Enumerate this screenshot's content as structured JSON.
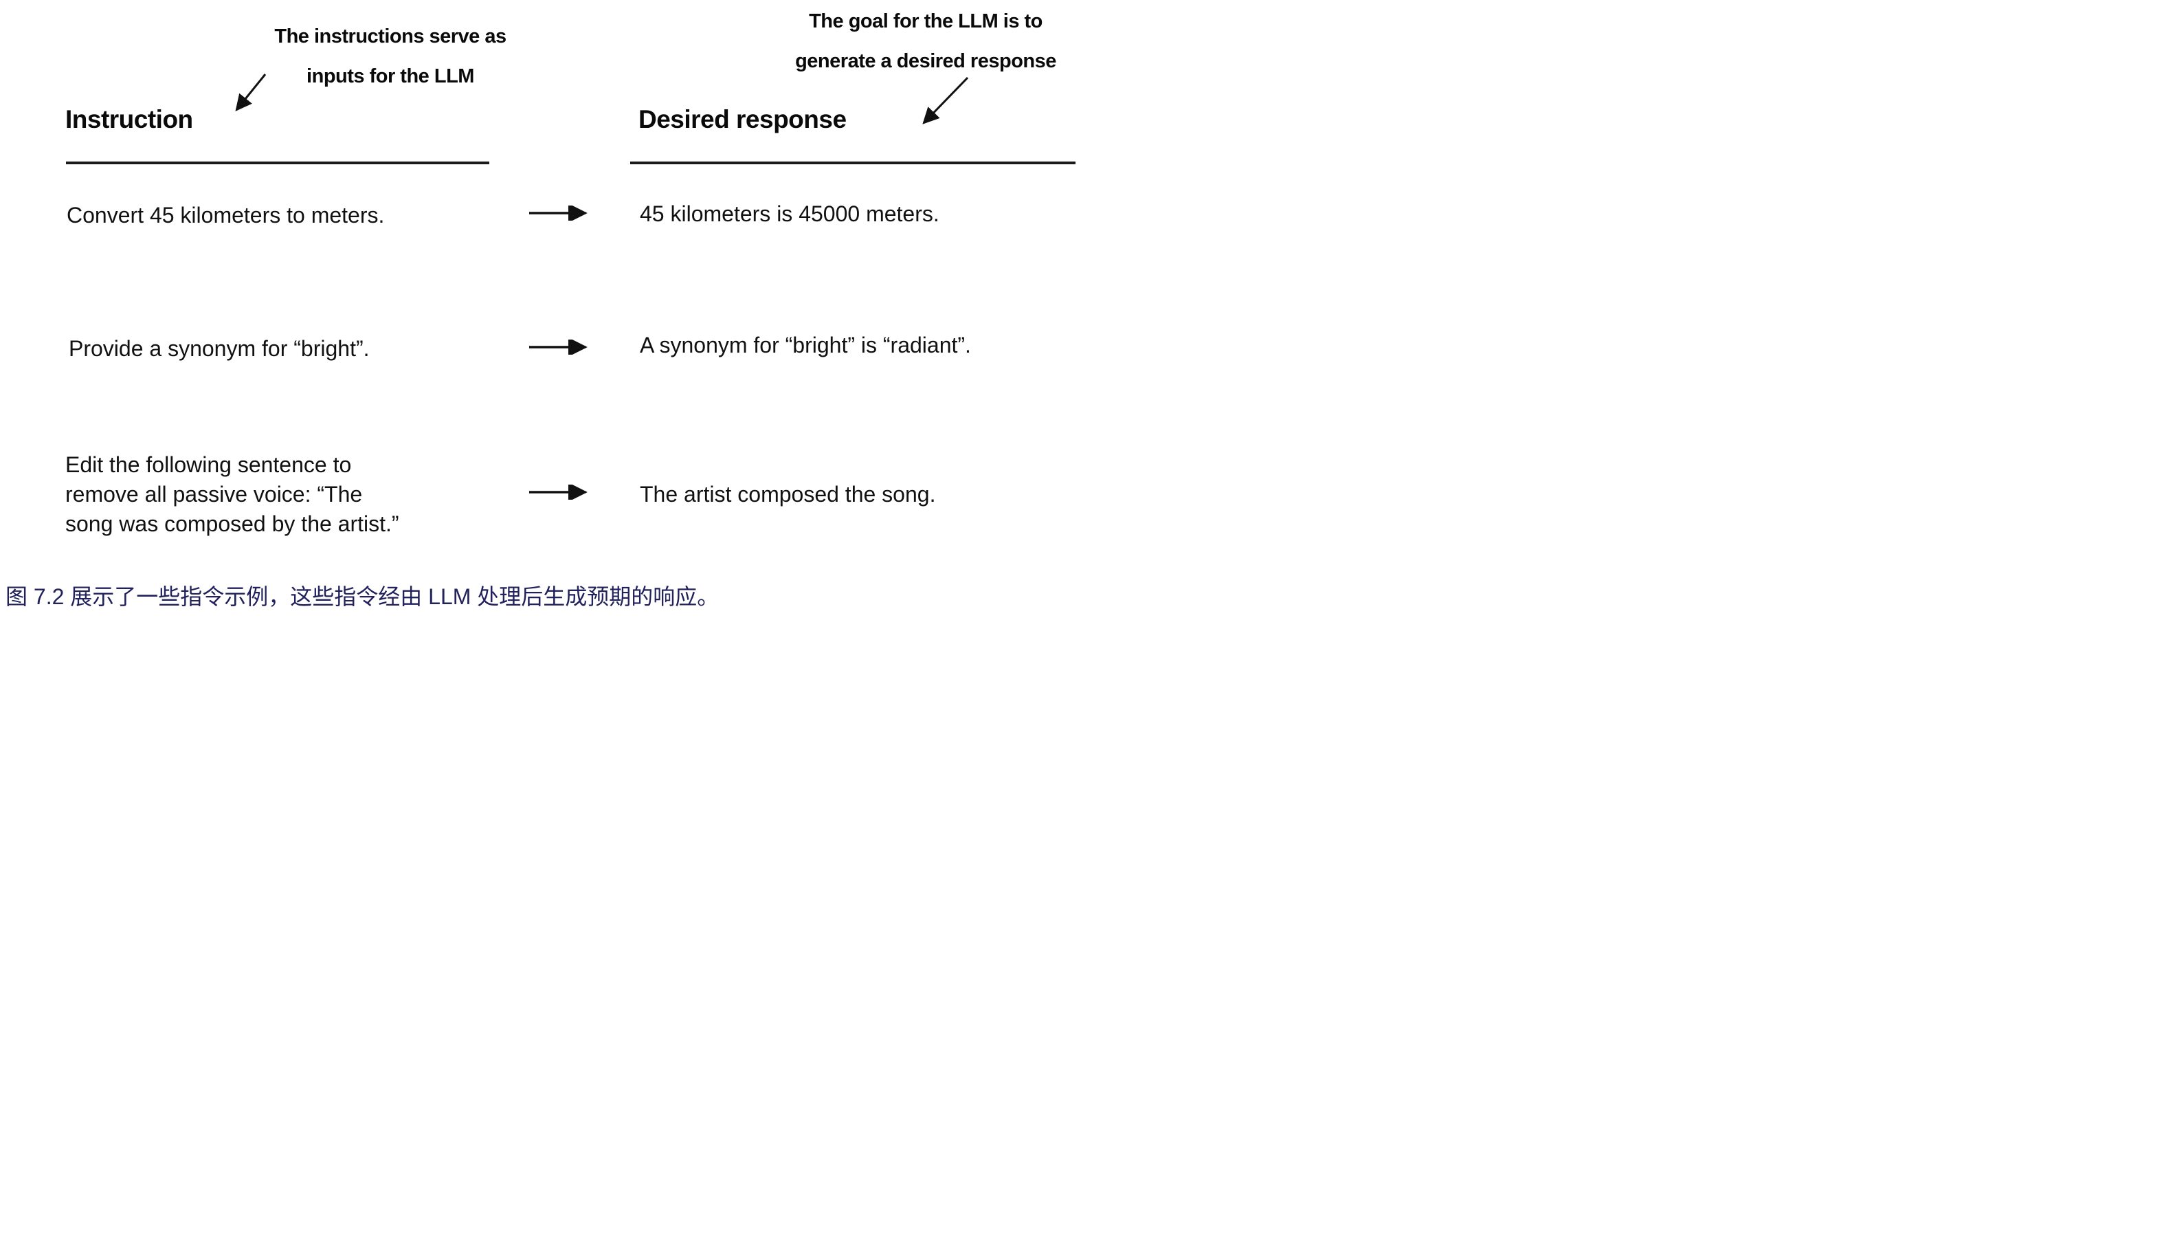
{
  "figure": {
    "annotation_left": {
      "line1": "The instructions serve as",
      "line2": "inputs for the LLM"
    },
    "annotation_right": {
      "line1": "The goal for the LLM is to",
      "line2": "generate a desired response"
    },
    "columns": {
      "left_header": "Instruction",
      "right_header": "Desired response"
    },
    "rows": [
      {
        "instruction": "Convert 45 kilometers to meters.",
        "response": "45 kilometers is 45000 meters."
      },
      {
        "instruction": "Provide a synonym for “bright”.",
        "response": "A synonym for “bright” is “radiant”."
      },
      {
        "instruction": "Edit the following sentence to\nremove all passive voice: “The\nsong was composed by the artist.”",
        "response": "The artist composed the song."
      }
    ],
    "caption": "图 7.2 展示了一些指令示例，这些指令经由 LLM 处理后生成预期的响应。",
    "colors": {
      "text": "#111111",
      "caption": "#21215c",
      "arrow": "#111111"
    }
  }
}
